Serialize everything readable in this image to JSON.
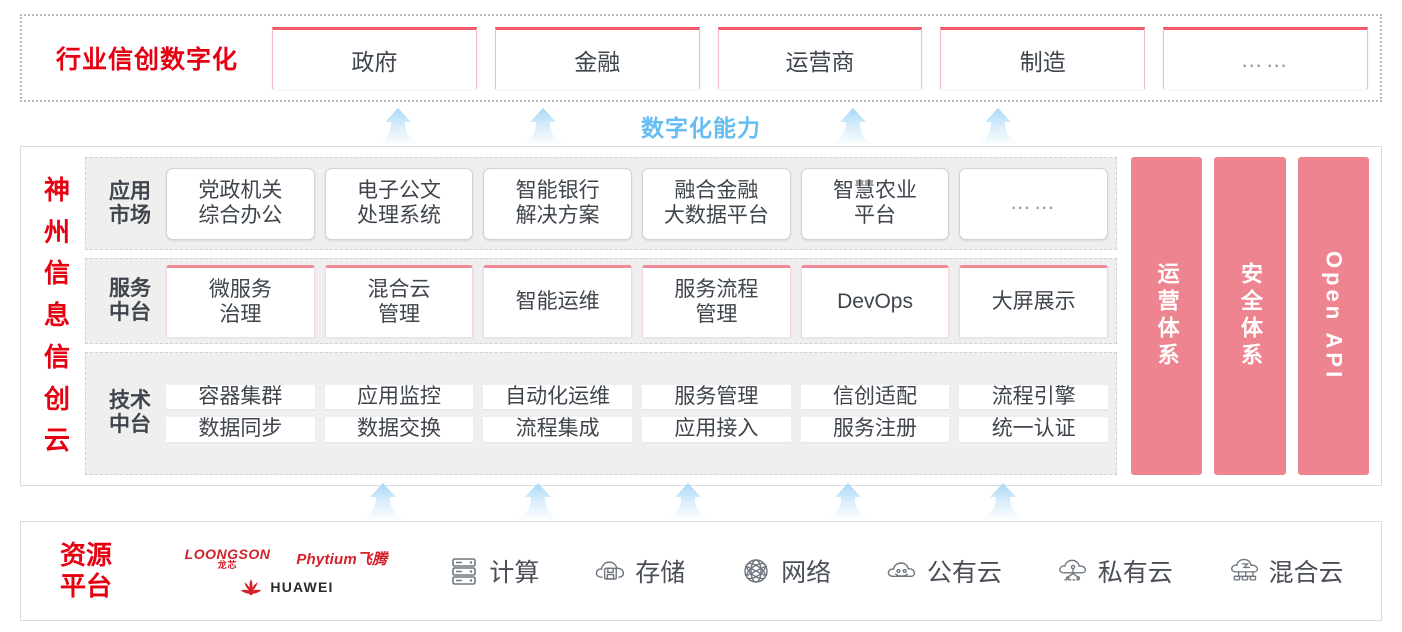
{
  "industry": {
    "title": "行业信创数字化",
    "cards": [
      {
        "label": "政府"
      },
      {
        "label": "金融"
      },
      {
        "label": "运营商"
      },
      {
        "label": "制造"
      },
      {
        "label": "……"
      }
    ]
  },
  "capability": {
    "label": "数字化能力",
    "arrow_count": 4
  },
  "cloud": {
    "title": "神州信息信创云",
    "title_chars": [
      "神",
      "州",
      "信",
      "息",
      "信",
      "创",
      "云"
    ],
    "tiers": [
      {
        "label": "应用\n市场",
        "style": "rounded",
        "cards": [
          {
            "label": "党政机关\n综合办公"
          },
          {
            "label": "电子公文\n处理系统"
          },
          {
            "label": "智能银行\n解决方案"
          },
          {
            "label": "融合金融\n大数据平台"
          },
          {
            "label": "智慧农业\n平台"
          },
          {
            "label": "……",
            "dots": true
          }
        ]
      },
      {
        "label": "服务\n中台",
        "style": "topbar",
        "cards": [
          {
            "label": "微服务\n治理"
          },
          {
            "label": "混合云\n管理"
          },
          {
            "label": "智能运维"
          },
          {
            "label": "服务流程\n管理"
          },
          {
            "label": "DevOps"
          },
          {
            "label": "大屏展示"
          }
        ]
      },
      {
        "label": "技术\n中台",
        "style": "plain",
        "rows": [
          [
            {
              "label": "容器集群"
            },
            {
              "label": "应用监控"
            },
            {
              "label": "自动化运维"
            },
            {
              "label": "服务管理"
            },
            {
              "label": "信创适配"
            },
            {
              "label": "流程引擎"
            }
          ],
          [
            {
              "label": "数据同步"
            },
            {
              "label": "数据交换"
            },
            {
              "label": "流程集成"
            },
            {
              "label": "应用接入"
            },
            {
              "label": "服务注册"
            },
            {
              "label": "统一认证"
            }
          ]
        ]
      }
    ],
    "vertical_bars": [
      {
        "label": "运营体系",
        "latin": false
      },
      {
        "label": "安全体系",
        "latin": false
      },
      {
        "label": "Open API",
        "latin": true
      }
    ]
  },
  "lower_arrows": {
    "arrow_count": 5
  },
  "resources": {
    "title": "资源\n平台",
    "logos": [
      {
        "name": "loongson",
        "en": "LOONGSON",
        "cn": "龙芯"
      },
      {
        "name": "phytium",
        "text": "Phytium飞腾"
      },
      {
        "name": "huawei",
        "text": "HUAWEI"
      }
    ],
    "items": [
      {
        "icon": "server-icon",
        "label": "计算"
      },
      {
        "icon": "cloud-storage-icon",
        "label": "存储"
      },
      {
        "icon": "network-mesh-icon",
        "label": "网络"
      },
      {
        "icon": "public-cloud-icon",
        "label": "公有云"
      },
      {
        "icon": "private-cloud-icon",
        "label": "私有云"
      },
      {
        "icon": "hybrid-cloud-icon",
        "label": "混合云"
      }
    ]
  },
  "colors": {
    "brand_red": "#e60012",
    "pink_bar": "#ef8491",
    "card_top_border": "#ef5a6b",
    "arrow_blue": "#bfe2f7",
    "capability_text": "#66bdf0",
    "tier_bg": "#efefef"
  }
}
